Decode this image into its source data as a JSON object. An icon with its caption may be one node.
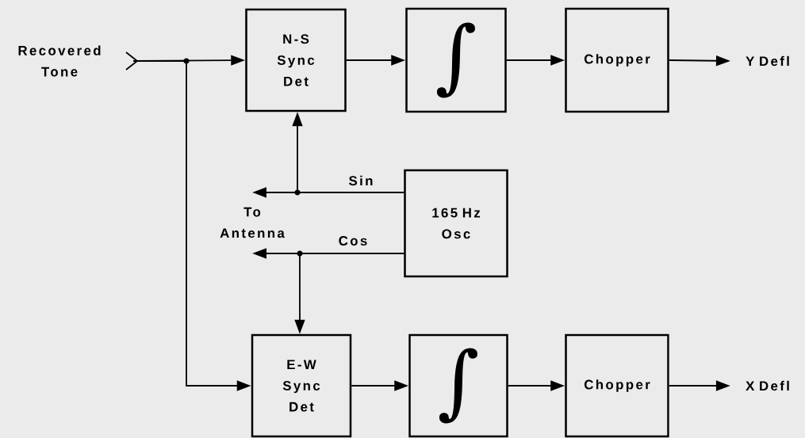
{
  "diagram": {
    "nodes": [
      {
        "text": [
          "Recovered Tone"
        ]
      },
      {
        "text": [
          "N-S Sync Det"
        ]
      },
      {
        "text": [
          "∫"
        ]
      },
      {
        "text": [
          "Chopper"
        ]
      },
      {
        "text": [
          "Y Defl"
        ]
      },
      {
        "text": [
          "165 Hz Osc"
        ]
      },
      {
        "text": [
          "To Antenna"
        ]
      },
      {
        "text": [
          "E-W Sync Det"
        ]
      },
      {
        "text": [
          "∫"
        ]
      },
      {
        "text": [
          "Chopper"
        ]
      },
      {
        "text": [
          "X Defl"
        ]
      }
    ],
    "edges": [
      {
        "from": 0,
        "to": 1,
        "arrow": "to"
      },
      {
        "from": 0,
        "to": 7,
        "arrow": "to"
      },
      {
        "from": 1,
        "to": 2,
        "arrow": "to"
      },
      {
        "from": 2,
        "to": 3,
        "arrow": "to"
      },
      {
        "from": 3,
        "to": 4,
        "arrow": "to"
      },
      {
        "from": 5,
        "to": 1,
        "arrow": "to",
        "label": "Sin"
      },
      {
        "from": 5,
        "to": 6,
        "arrow": "to"
      },
      {
        "from": 5,
        "to": 7,
        "arrow": "to",
        "label": "Cos"
      },
      {
        "from": 5,
        "to": 6,
        "arrow": "to"
      },
      {
        "from": 7,
        "to": 8,
        "arrow": "to"
      },
      {
        "from": 8,
        "to": 9,
        "arrow": "to"
      },
      {
        "from": 9,
        "to": 10,
        "arrow": "to"
      }
    ]
  }
}
